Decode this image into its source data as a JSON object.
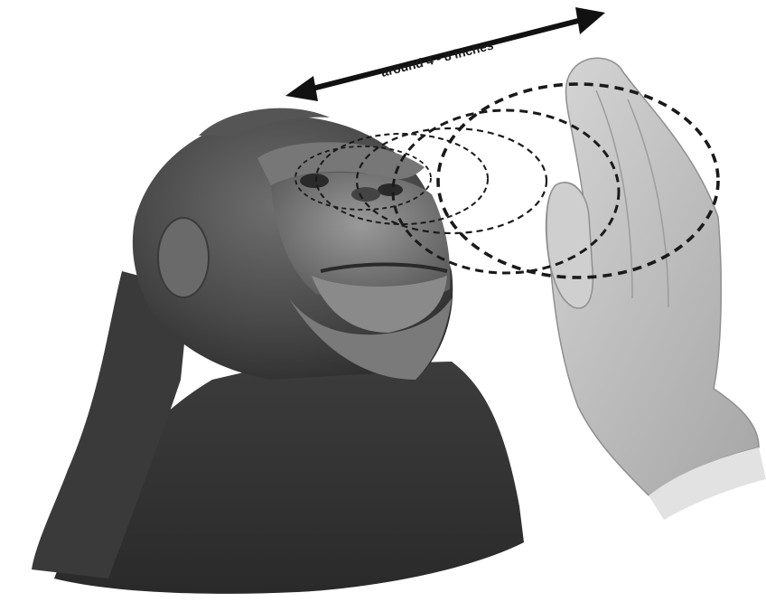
{
  "measurement": {
    "label": "around 4 - 8 inches"
  },
  "subjects": {
    "primate": "chimpanzee-head",
    "hand": "open-hand"
  },
  "colors": {
    "background": "#ffffff",
    "arrow": "#111111",
    "field_rings": "#1a1a1a"
  }
}
